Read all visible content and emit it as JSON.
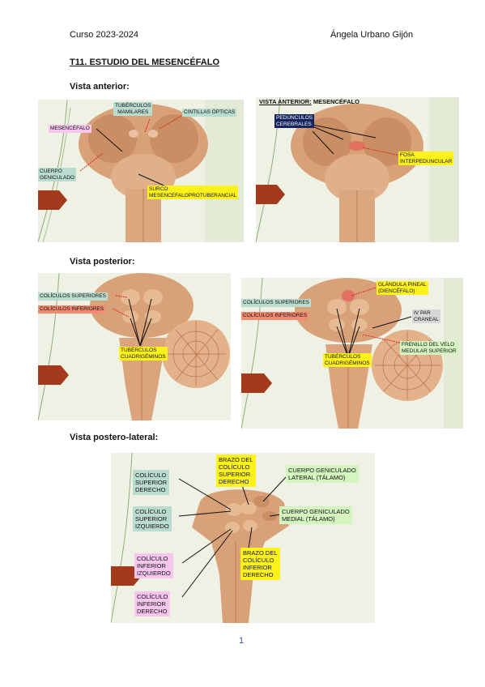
{
  "header": {
    "course": "Curso 2023-2024",
    "author": "Ángela Urbano Gijón"
  },
  "title": "T11. ESTUDIO DEL MESENCÉFALO",
  "sections": {
    "anterior": "Vista anterior:",
    "posterior": "Vista posterior:",
    "postero_lateral": "Vista postero-lateral:"
  },
  "fig1": {
    "tuberculos_mamilares": "TUBÉRCULOS\nMAMILARES",
    "cintillas_opticas": "CINTILLAS ÓPTICAS",
    "mesencefalo": "MESENCÉFALO",
    "cuerpo_geniculado": "CUERPO\nGENICULADO",
    "surco": "SURCO\nMESENCEFALOPROTUBERANCIAL"
  },
  "fig2": {
    "heading_underlined": "VISTA ANTERIOR:",
    "heading_rest": " MESENCÉFALO",
    "pedunculos": "PEDÚNCULOS\nCEREBRALES",
    "fosa": "FOSA\nINTERPEDUNCULAR"
  },
  "fig3": {
    "coliculos_superiores": "COLÍCULOS SUPERIORES",
    "coliculos_inferiores": "COLÍCULOS INFERIORES",
    "tuberculos": "TUBÉRCULOS\nCUADRIGÉMINOS"
  },
  "fig4": {
    "coliculos_superiores": "COLÍCULOS SUPERIORES",
    "coliculos_inferiores": "COLÍCULOS INFERIORES",
    "glandula_pineal": "GLÁNDULA PINEAL\n(DIENCÉFALO)",
    "iv_par": "IV PAR\nCRANEAL",
    "frenillo": "FRENILLO DEL VELO\nMEDULAR SUPERIOR",
    "tuberculos": "TUBÉRCULOS\nCUADRIGÉMINOS"
  },
  "fig5": {
    "coliculo_sup_der": "COLÍCULO\nSUPERIOR\nDERECHO",
    "brazo_sup": "BRAZO DEL\nCOLÍCULO\nSUPERIOR\nDERECHO",
    "cg_lateral": "CUERPO GENICULADO\nLATERAL (TÁLAMO)",
    "coliculo_sup_izq": "COLÍCULO\nSUPERIOR\nIZQUIERDO",
    "cg_medial": "CUERPO GENICULADO\nMEDIAL (TÁLAMO)",
    "coliculo_inf_izq": "COLÍCULO\nINFERIOR\nIZQUIERDO",
    "brazo_inf": "BRAZO DEL\nCOLÍCULO\nINFERIOR\nDERECHO",
    "coliculo_inf_der": "COLÍCULO\nINFERIOR\nDERECHO"
  },
  "page_number": "1",
  "colors": {
    "tissue": "#d9a177",
    "tissue_dark": "#b87c52",
    "arrow_red": "#e0281c",
    "slide_marker": "#a33a1c",
    "label_yellow": "#fdf21a",
    "label_teal": "#b9dccf",
    "label_pink": "#f6c6ef",
    "label_navy": "#14245e",
    "label_salmon": "#f28b72",
    "label_green": "#d4f5c0"
  }
}
